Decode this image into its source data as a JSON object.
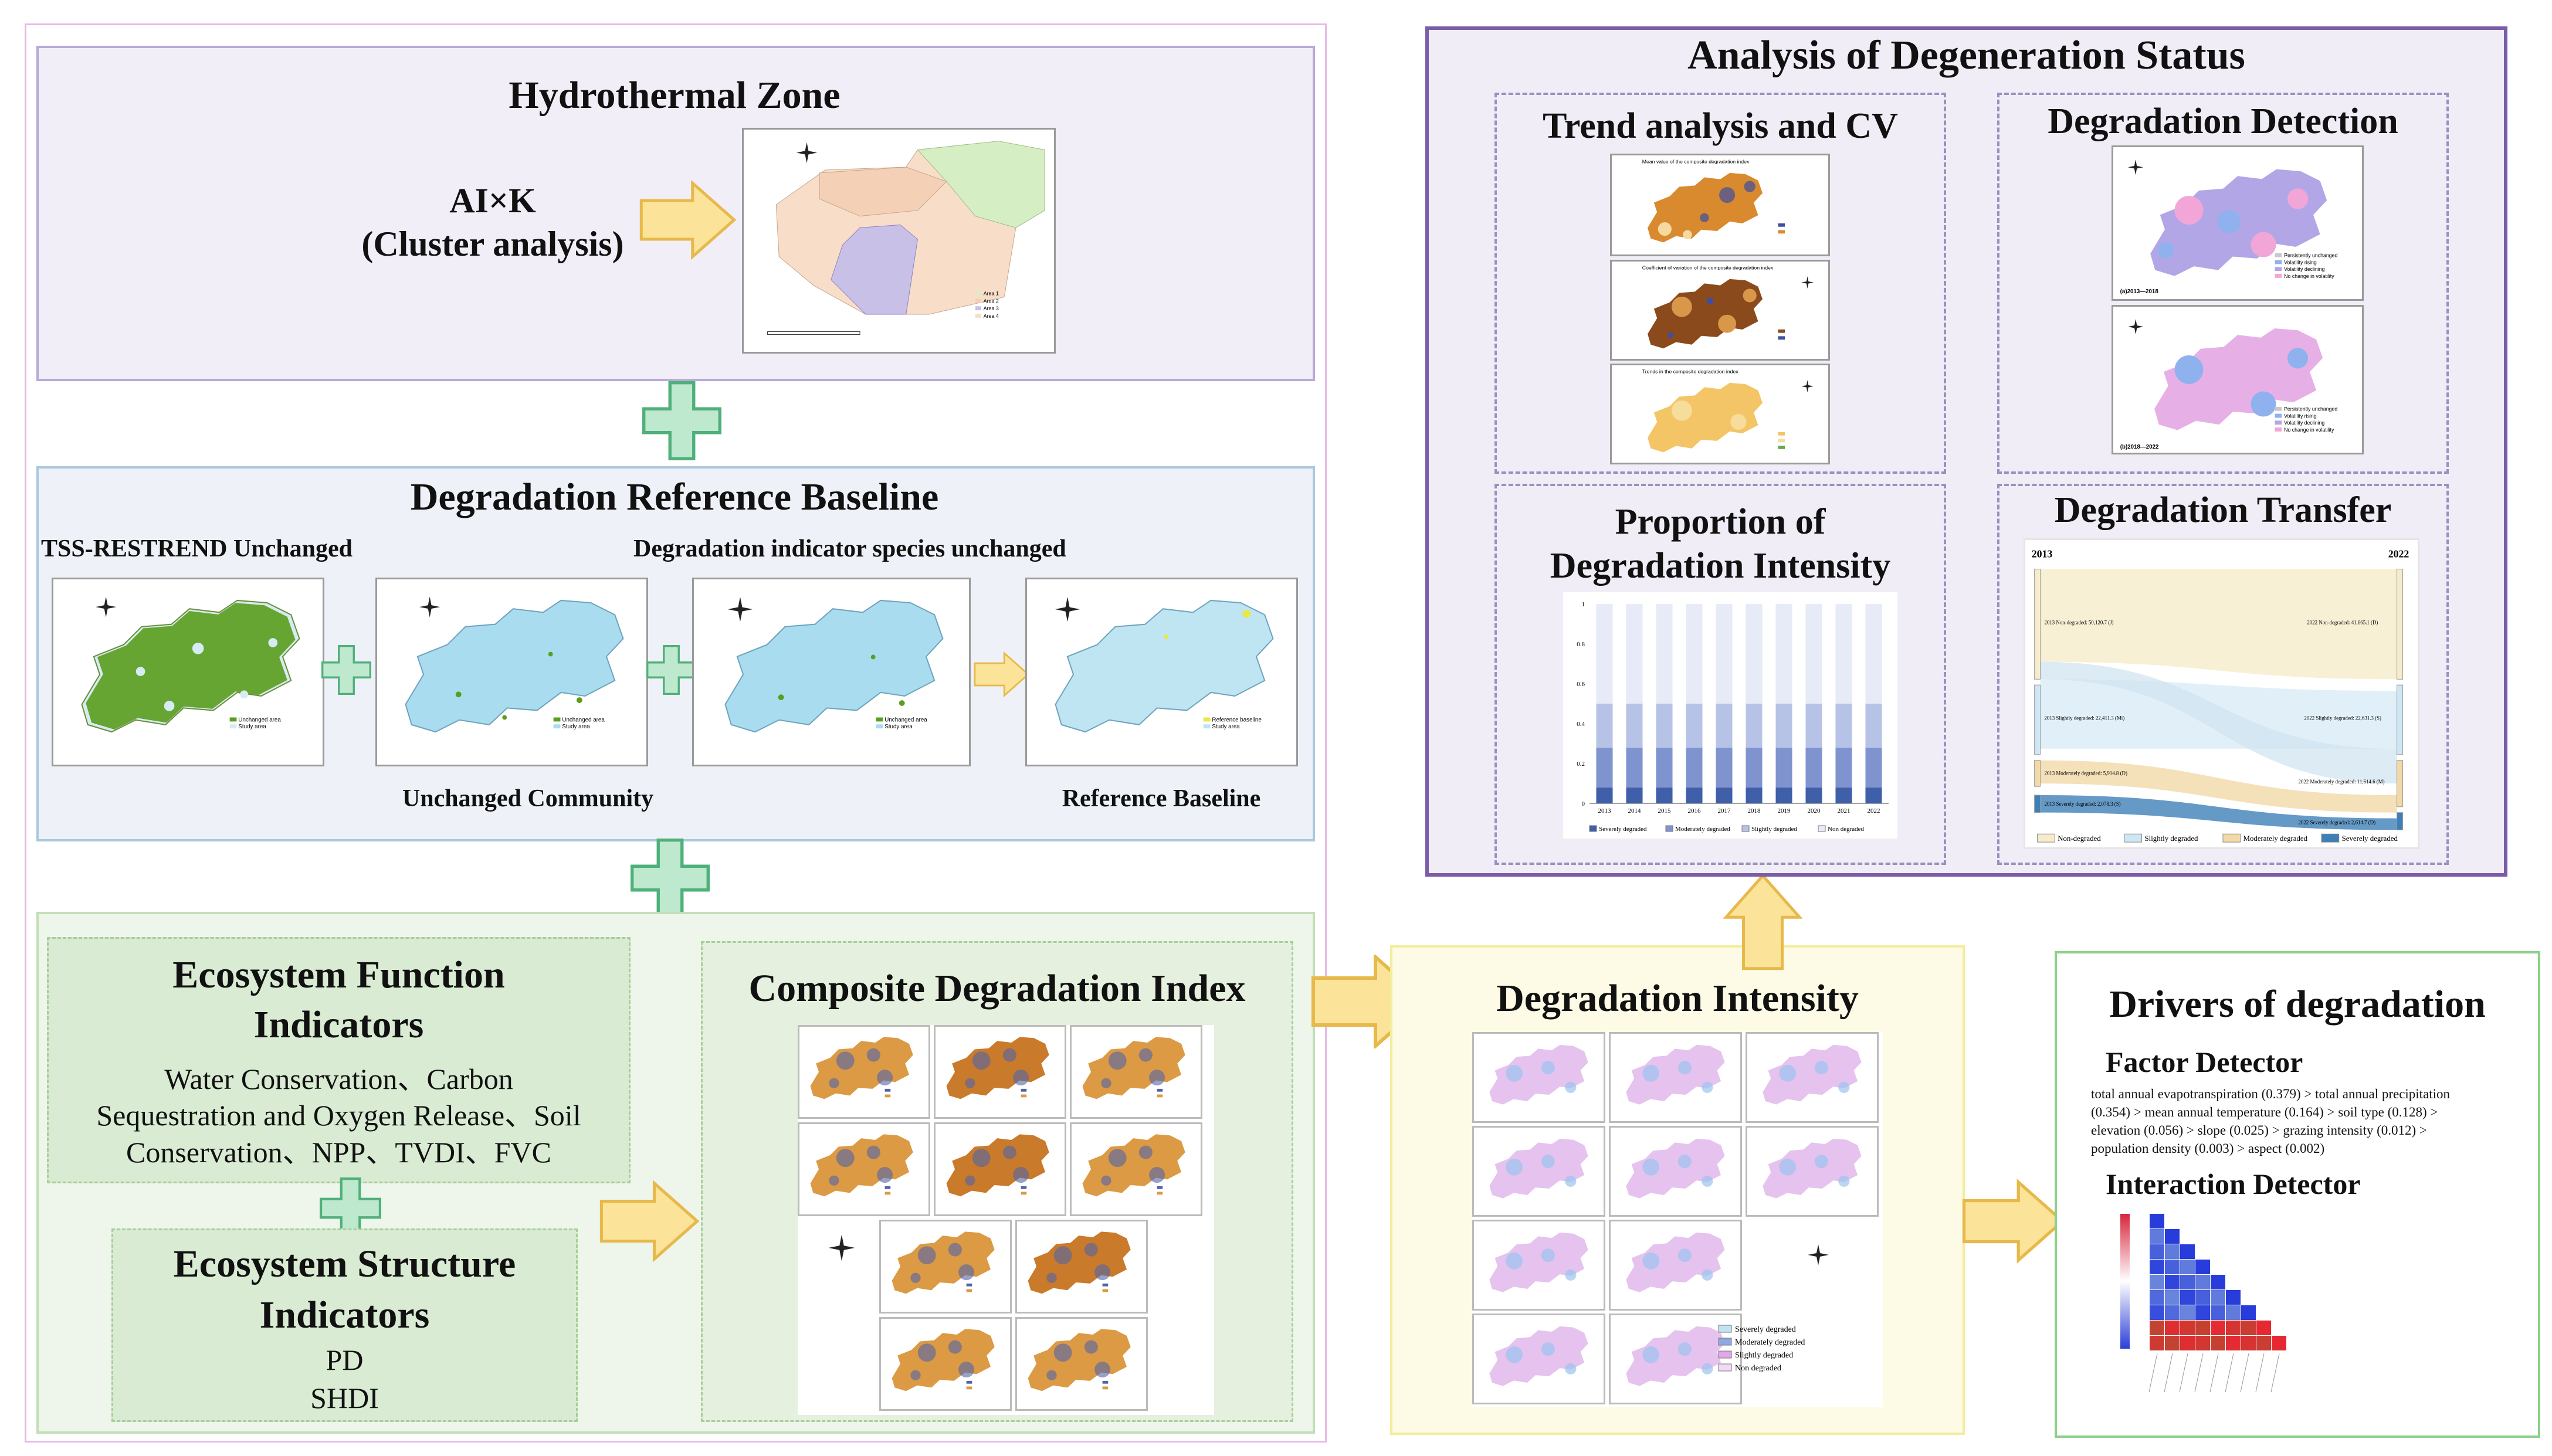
{
  "left_panel": {
    "hydro": {
      "title": "Hydrothermal Zone",
      "method_line1": "AI×K",
      "method_line2": "(Cluster analysis)",
      "legend": [
        "Area 1",
        "Area 2",
        "Area 3",
        "Area 4"
      ]
    },
    "baseline": {
      "title": "Degradation Reference Baseline",
      "label_tss": "TSS-RESTREND Unchanged",
      "label_species": "Degradation indicator species unchanged",
      "label_unchanged": "Unchanged Community",
      "label_reference": "Reference Baseline",
      "map_legends": [
        [
          "Unchanged area",
          "Study area"
        ],
        [
          "Unchanged area",
          "Study area"
        ],
        [
          "Unchanged area",
          "Study area"
        ],
        [
          "Reference baseline",
          "Study area"
        ]
      ]
    },
    "indicators": {
      "function_title_1": "Ecosystem Function",
      "function_title_2": "Indicators",
      "function_text_1": "Water Conservation、Carbon",
      "function_text_2": "Sequestration and Oxygen Release、Soil",
      "function_text_3": "Conservation、NPP、TVDI、FVC",
      "structure_title_1": "Ecosystem Structure",
      "structure_title_2": "Indicators",
      "structure_text_1": "PD",
      "structure_text_2": "SHDI"
    },
    "composite": {
      "title": "Composite Degradation Index"
    }
  },
  "analysis": {
    "title": "Analysis of Degeneration Status",
    "trend": {
      "title": "Trend analysis and CV",
      "map_titles": [
        "Mean value of the composite degradation index",
        "Coefficient of variation of the composite degradation index",
        "Trends in the composite degradation index"
      ]
    },
    "detection": {
      "title": "Degradation Detection",
      "map_labels": [
        "(a)2013—2018",
        "(b)2018—2022"
      ],
      "legend": [
        "Persistently unchanged",
        "Volatility rising",
        "Volatility declining",
        "No change in volatility"
      ]
    },
    "proportion": {
      "title_1": "Proportion of",
      "title_2": "Degradation Intensity",
      "legend": [
        "Severely degraded",
        "Moderately degraded",
        "Slightly degraded",
        "Non degraded"
      ]
    },
    "transfer": {
      "title": "Degradation Transfer",
      "year_left": "2013",
      "year_right": "2022",
      "left_labels": [
        "2013 Non-degraded: 50,120.7 (J)",
        "2013 Slightly degraded: 22,411.3 (Mi)",
        "2013 Moderately degraded: 5,914.8 (D)",
        "2013 Severely degraded: 2,078.3 (S)"
      ],
      "right_labels": [
        "2022 Non-degraded: 41,665.1 (D)",
        "2022 Slightly degraded: 22,631.3 (S)",
        "2022 Moderately degraded: 11,614.6 (M)",
        "2022 Severely degraded: 2,614.7 (D)"
      ],
      "legend": [
        "Non-degraded",
        "Slightly degraded",
        "Moderately degraded",
        "Severely degraded"
      ]
    }
  },
  "intensity": {
    "title": "Degradation Intensity",
    "legend": [
      "Severely degraded",
      "Moderately degraded",
      "Slightly degraded",
      "Non degraded"
    ]
  },
  "drivers": {
    "title": "Drivers of  degradation",
    "factor_title": "Factor Detector",
    "factor_lines": [
      "total annual evapotranspiration (0.379) > total annual precipitation",
      "(0.354) > mean annual temperature (0.164) > soil type (0.128) >",
      "elevation (0.056) > slope (0.025) > grazing intensity (0.012) >",
      "population density (0.003) > aspect (0.002)"
    ],
    "interaction_title": "Interaction Detector"
  },
  "chart_data": {
    "type": "bar",
    "categories": [
      "2013",
      "2014",
      "2015",
      "2016",
      "2017",
      "2018",
      "2019",
      "2020",
      "2021",
      "2022"
    ],
    "series": [
      {
        "name": "Severely degraded",
        "values": [
          0.08,
          0.08,
          0.08,
          0.08,
          0.08,
          0.08,
          0.08,
          0.08,
          0.08,
          0.08
        ]
      },
      {
        "name": "Moderately degraded",
        "values": [
          0.2,
          0.2,
          0.2,
          0.2,
          0.2,
          0.2,
          0.2,
          0.2,
          0.2,
          0.2
        ]
      },
      {
        "name": "Slightly degraded",
        "values": [
          0.22,
          0.22,
          0.22,
          0.22,
          0.22,
          0.22,
          0.22,
          0.22,
          0.22,
          0.22
        ]
      },
      {
        "name": "Non degraded",
        "values": [
          0.5,
          0.5,
          0.5,
          0.5,
          0.5,
          0.5,
          0.5,
          0.5,
          0.5,
          0.5
        ]
      }
    ],
    "yticks": [
      "0",
      "0.2",
      "0.4",
      "0.6",
      "0.8",
      "1"
    ],
    "ylim": [
      0,
      1
    ],
    "colors": [
      "#3f5fa8",
      "#7f94cf",
      "#b7c3e6",
      "#e6ebf7"
    ]
  },
  "colors": {
    "purple_border": "#7b5ca8",
    "arrow_fill": "#fbe39a",
    "arrow_stroke": "#e7b94a",
    "plus_fill": "#bfe9cf",
    "plus_stroke": "#4fb07a"
  }
}
